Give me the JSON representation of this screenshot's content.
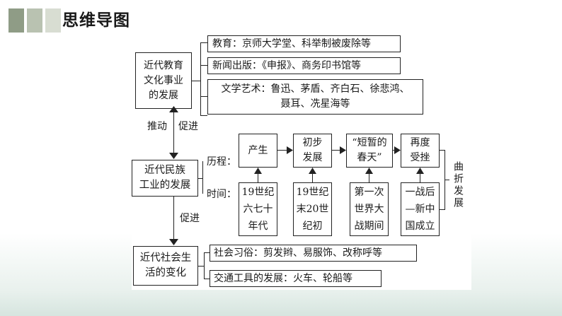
{
  "header": {
    "title": "思维导图"
  },
  "colors": {
    "deco_1": "#8f9c86",
    "deco_2": "#b9c2b1",
    "deco_3": "#d8ddd2"
  },
  "education": {
    "main": "近代教育\n文化事业\n的发展",
    "items": [
      "教育：京师大学堂、科举制被废除等",
      "新闻出版：《申报》、商务印书馆等",
      "文学艺术：鲁迅、茅盾、齐白石、徐悲鸿、\n聂耳、冼星海等"
    ]
  },
  "link_top": {
    "left": "推动",
    "right": "促进"
  },
  "industry": {
    "main": "近代民族\n工业的发展",
    "process_label": "历程：",
    "time_label": "时间：",
    "stages": [
      "产生",
      "初步\n发展",
      "“短暂的\n春天”",
      "再度\n受挫"
    ],
    "times": [
      "19世纪\n六七十\n年代",
      "19世纪\n末20世\n纪初",
      "第一次\n世界大\n战期间",
      "一战后\n—新中\n国成立"
    ],
    "outcome": "曲折发展"
  },
  "link_bottom": {
    "label": "促进"
  },
  "society": {
    "main": "近代社会生\n活的变化",
    "items": [
      "社会习俗：剪发辫、易服饰、改称呼等",
      "交通工具的发展：火车、轮船等"
    ]
  }
}
